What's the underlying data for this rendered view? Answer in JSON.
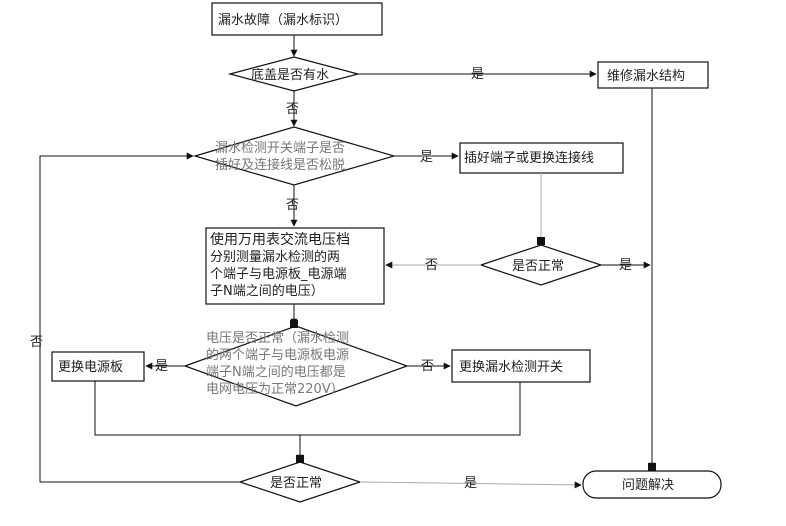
{
  "nodes": {
    "start": "漏水故障（漏水标识）",
    "q_bottom_water": "底盖是否有水",
    "repair": "维修漏水结构",
    "q_terminal_line1": "漏水检测开关端子是否",
    "q_terminal_line2": "插好及连接线是否松脱",
    "fix_terminal": "插好端子或更换连接线",
    "multimeter_line1": "使用万用表交流电压档",
    "multimeter_line2": "分别测量漏水检测的两",
    "multimeter_line3": "个端子与电源板_电源端",
    "multimeter_line4": "子N端之间的电压）",
    "q_normal_right": "是否正常",
    "q_voltage_line1": "电压是否正常（漏水检测",
    "q_voltage_line2": "的两个端子与电源板电源",
    "q_voltage_line3": "端子N端之间的电压都是",
    "q_voltage_line4": "电网电压为正常220V）",
    "replace_power_board": "更换电源板",
    "replace_switch": "更换漏水检测开关",
    "q_normal_bottom": "是否正常",
    "solved": "问题解决"
  },
  "edges": {
    "yes": "是",
    "no": "否"
  }
}
